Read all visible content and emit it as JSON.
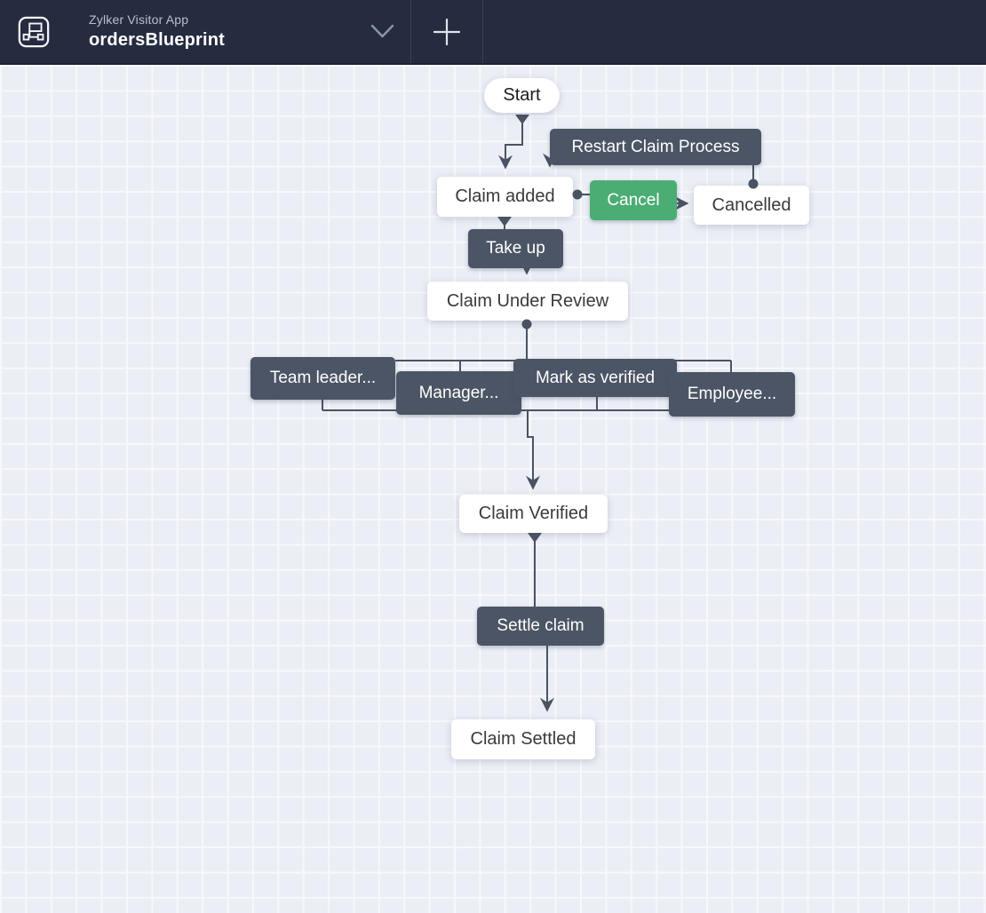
{
  "header": {
    "app_name": "Zylker Visitor App",
    "blueprint_name": "ordersBlueprint"
  },
  "icons": {
    "app": "blueprint-app-icon",
    "switcher": "chevron-down-icon",
    "add": "plus-icon"
  },
  "colors": {
    "header_bg": "#262c3f",
    "canvas_bg": "#ebeef5",
    "grid_line": "#f6f8fc",
    "state_bg": "#ffffff",
    "transition_bg": "#4c5565",
    "success_bg": "#4cad74",
    "connector": "#4a5363"
  },
  "nodes": {
    "start": {
      "label": "Start",
      "type": "state"
    },
    "restart": {
      "label": "Restart Claim Process",
      "type": "transition"
    },
    "claim_added": {
      "label": "Claim added",
      "type": "state"
    },
    "cancel": {
      "label": "Cancel",
      "type": "transition-success"
    },
    "cancelled": {
      "label": "Cancelled",
      "type": "state"
    },
    "take_up": {
      "label": "Take up",
      "type": "transition"
    },
    "claim_under_review": {
      "label": "Claim Under Review",
      "type": "state"
    },
    "team_leader": {
      "label": "Team leader...",
      "type": "transition"
    },
    "manager": {
      "label": "Manager...",
      "type": "transition"
    },
    "mark_as_verified": {
      "label": "Mark as verified",
      "type": "transition"
    },
    "employee": {
      "label": "Employee...",
      "type": "transition"
    },
    "claim_verified": {
      "label": "Claim Verified",
      "type": "state"
    },
    "settle_claim": {
      "label": "Settle claim",
      "type": "transition"
    },
    "claim_settled": {
      "label": "Claim Settled",
      "type": "state"
    }
  },
  "edges": [
    {
      "from": "start",
      "to": "claim_added"
    },
    {
      "from": "claim_added",
      "to": "cancel"
    },
    {
      "from": "cancel",
      "to": "cancelled"
    },
    {
      "from": "cancelled",
      "to": "restart"
    },
    {
      "from": "restart",
      "to": "claim_added"
    },
    {
      "from": "claim_added",
      "to": "take_up"
    },
    {
      "from": "take_up",
      "to": "claim_under_review"
    },
    {
      "from": "claim_under_review",
      "to": "team_leader"
    },
    {
      "from": "claim_under_review",
      "to": "manager"
    },
    {
      "from": "claim_under_review",
      "to": "mark_as_verified"
    },
    {
      "from": "claim_under_review",
      "to": "employee"
    },
    {
      "from": "team_leader",
      "to": "claim_verified"
    },
    {
      "from": "manager",
      "to": "claim_verified"
    },
    {
      "from": "mark_as_verified",
      "to": "claim_verified"
    },
    {
      "from": "employee",
      "to": "claim_verified"
    },
    {
      "from": "claim_verified",
      "to": "settle_claim"
    },
    {
      "from": "settle_claim",
      "to": "claim_settled"
    }
  ]
}
